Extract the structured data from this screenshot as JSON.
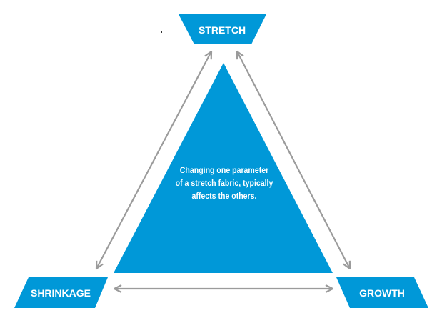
{
  "colors": {
    "primary": "#0098d8",
    "arrow": "#9b9b9b",
    "label_text": "#ffffff",
    "background": "#ffffff"
  },
  "nodes": {
    "top": {
      "label": "STRETCH"
    },
    "bottom_left": {
      "label": "SHRINKAGE"
    },
    "bottom_right": {
      "label": "GROWTH"
    }
  },
  "center": {
    "lines": [
      "Changing one parameter",
      "of a stretch fabric, typically",
      "affects the others."
    ]
  }
}
